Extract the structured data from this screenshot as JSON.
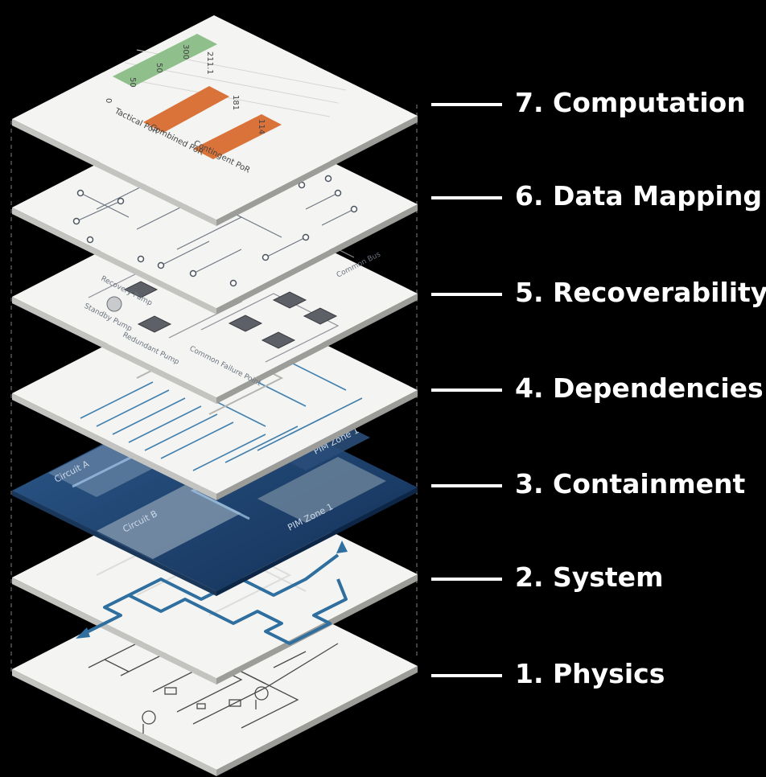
{
  "layers": [
    {
      "label": "7. Computation"
    },
    {
      "label": "6. Data Mapping"
    },
    {
      "label": "5. Recoverability"
    },
    {
      "label": "4. Dependencies:"
    },
    {
      "label": "3. Containment"
    },
    {
      "label": "2. System"
    },
    {
      "label": "1. Physics"
    }
  ],
  "computation_chart": {
    "axis_ticks": [
      "0",
      "50",
      "50",
      "300"
    ],
    "bars": [
      {
        "category": "Tactical PoR",
        "value_label": "211.1",
        "color": "#8fbf8a"
      },
      {
        "category": "Combined PoR",
        "value_label": "181",
        "color": "#d9733a"
      },
      {
        "category": "Contingent PoR",
        "value_label": "114",
        "color": "#d9733a"
      }
    ]
  },
  "recoverability_labels": [
    "Recovery Pump",
    "Standby Pump",
    "Redundant Pump",
    "Common Failure Point",
    "Common Bus"
  ],
  "containment_labels": [
    "Circuit A",
    "Circuit B",
    "PIM Zone 1",
    "PIM Zone 1"
  ],
  "colors": {
    "background": "#000000",
    "plate": "#f4f4f2",
    "plate_edge": "#c9c9c6",
    "flow_blue": "#2f6f9f",
    "containment_navy": "#163a66"
  }
}
